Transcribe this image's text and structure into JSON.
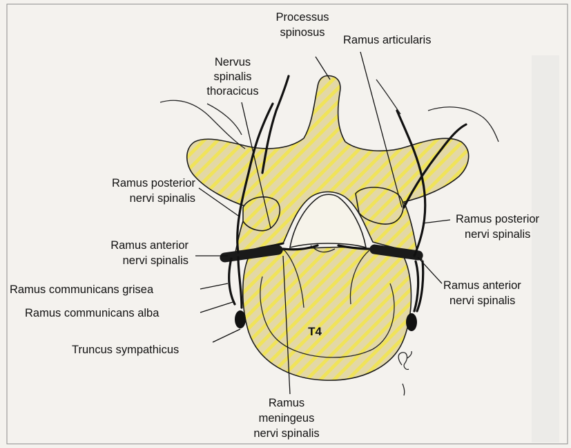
{
  "labels": {
    "processus_spinosus_1": "Processus",
    "processus_spinosus_2": "spinosus",
    "ramus_articularis": "Ramus articularis",
    "nervus_1": "Nervus",
    "nervus_2": "spinalis",
    "nervus_3": "thoracicus",
    "ramus_post_left_1": "Ramus posterior",
    "ramus_post_left_2": "nervi spinalis",
    "ramus_ant_left_1": "Ramus anterior",
    "ramus_ant_left_2": "nervi spinalis",
    "comm_grisea": "Ramus communicans grisea",
    "comm_alba": "Ramus communicans alba",
    "truncus": "Truncus sympathicus",
    "ramus_post_right_1": "Ramus posterior",
    "ramus_post_right_2": "nervi spinalis",
    "ramus_ant_right_1": "Ramus anterior",
    "ramus_ant_right_2": "nervi spinalis",
    "meningeus_1": "Ramus",
    "meningeus_2": "meningeus",
    "meningeus_3": "nervi spinalis",
    "vertebra": "T4"
  },
  "colors": {
    "bone_fill": "#e3d8a6",
    "hatch": "#f2e84f",
    "background": "#f4f2ee"
  }
}
